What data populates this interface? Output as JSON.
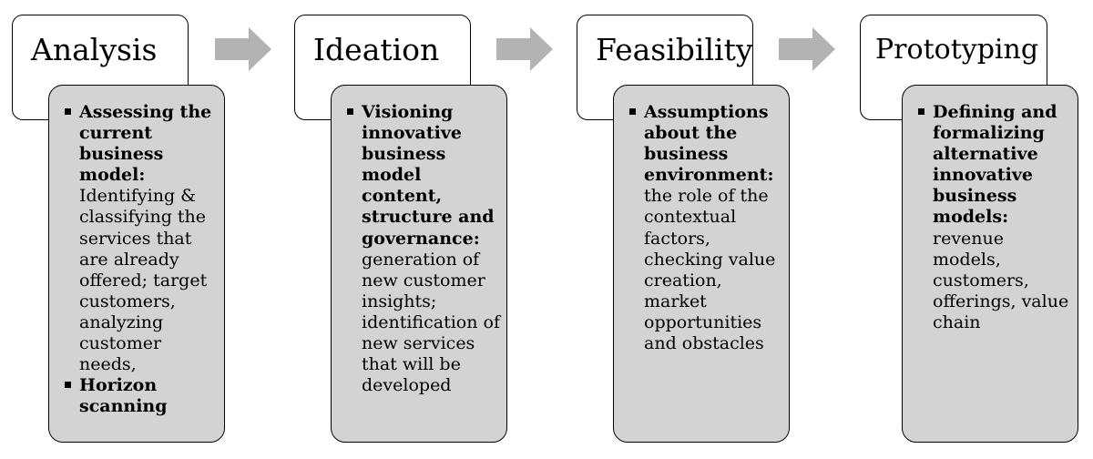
{
  "arrow_color": "#b3b3b3",
  "box_fill": "#d3d3d3",
  "stages": [
    {
      "title": "Analysis",
      "bullets": [
        {
          "bold": "Assessing the current business model:",
          "text": "Identifying & classifying the services that are already offered; target customers, analyzing customer needs,"
        },
        {
          "bold": "Horizon scanning",
          "text": ""
        }
      ]
    },
    {
      "title": "Ideation",
      "bullets": [
        {
          "bold": "Visioning innovative business model content, structure and governance:",
          "text": "generation of new customer insights; identification of new services that will be developed"
        }
      ]
    },
    {
      "title": "Feasibility",
      "bullets": [
        {
          "bold": "Assumptions about the business environment:",
          "text": "the role of the contextual factors, checking value creation, market opportunities and obstacles"
        }
      ]
    },
    {
      "title": "Prototyping",
      "bullets": [
        {
          "bold": "Defining and formalizing alternative innovative business models:",
          "text": "revenue models, customers, offerings, value chain"
        }
      ]
    }
  ]
}
